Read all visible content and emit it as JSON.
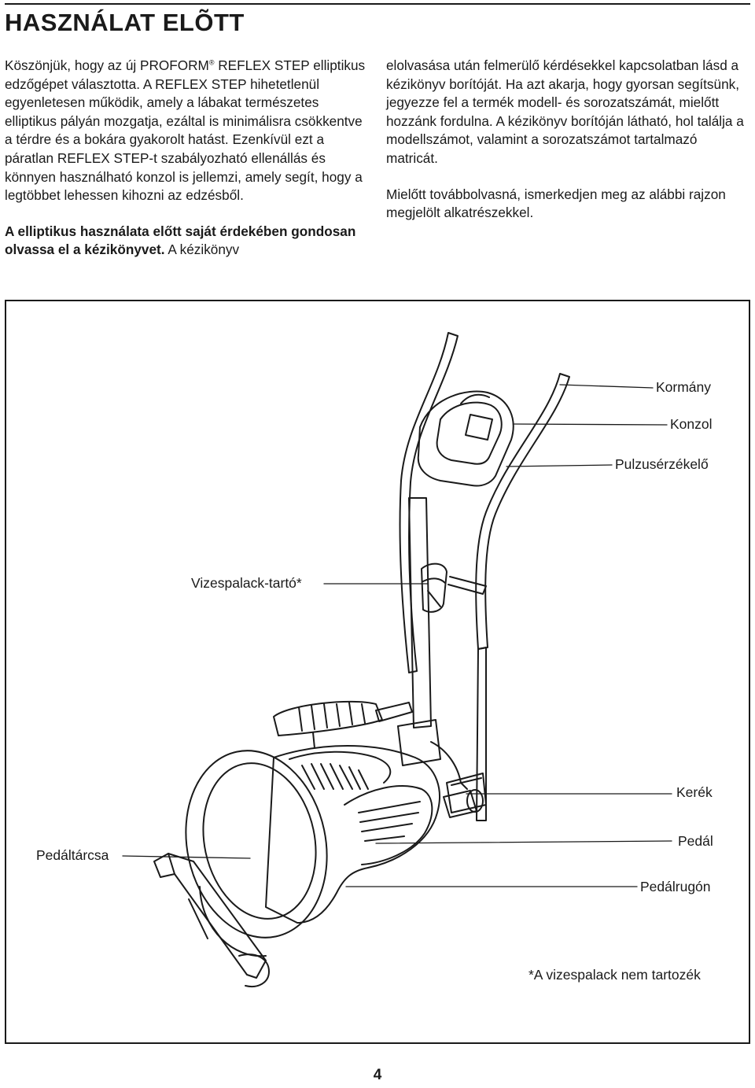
{
  "header": {
    "title": "HASZNÁLAT ELÕTT"
  },
  "intro": {
    "p1_a": "Köszönjük, hogy az új PROFORM",
    "p1_reg": "®",
    "p1_b": " REFLEX STEP elliptikus edzőgépet választotta. A REFLEX STEP hihetetlenül egyenletesen működik, amely a lábakat természetes elliptikus pályán mozgatja, ezáltal is minimálisra csökkentve a térdre és a bokára gyakorolt hatást. Ezenkívül ezt a páratlan REFLEX STEP-t szabályozható ellenállás és könnyen használható konzol is jellemzi, amely segít, hogy a legtöbbet lehessen kihozni az edzésből.",
    "p2_bold": "A elliptikus használata előtt saját érdekében gondosan olvassa el a kézikönyvet.",
    "p2_rest": " A kézikönyv",
    "p3": "elolvasása után felmerülő kérdésekkel kapcsolatban lásd a kézikönyv borítóját. Ha azt akarja, hogy gyorsan segítsünk, jegyezze fel a termék modell- és sorozatszámát, mielőtt hozzánk fordulna. A kézikönyv borítóján látható, hol találja a modellszámot, valamint a sorozatszámot tartalmazó matricát.",
    "p4": "Mielőtt továbbolvasná, ismerkedjen meg az alábbi rajzon megjelölt alkatrészekkel."
  },
  "diagram": {
    "labels": {
      "handlebar": "Kormány",
      "console": "Konzol",
      "pulse_sensor": "Pulzusérzékelő",
      "bottle_holder": "Vizespalack-tartó*",
      "wheel": "Kerék",
      "pedal_disc": "Pedáltárcsa",
      "pedal": "Pedál",
      "pedal_spring": "Pedálrugón"
    },
    "footnote": "*A vizespalack nem tartozék"
  },
  "footer": {
    "page_number": "4"
  }
}
